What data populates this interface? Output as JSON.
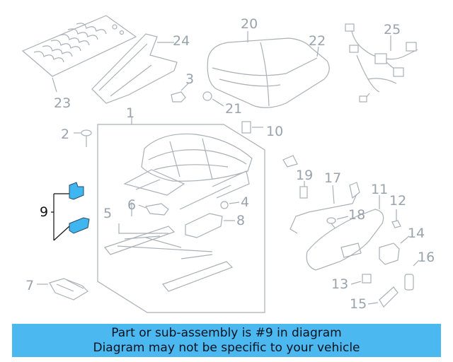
{
  "callouts": {
    "n1": "1",
    "n2": "2",
    "n3": "3",
    "n4": "4",
    "n5": "5",
    "n6": "6",
    "n7": "7",
    "n8": "8",
    "n9": "9",
    "n10": "10",
    "n11": "11",
    "n12": "12",
    "n13": "13",
    "n14": "14",
    "n15": "15",
    "n16": "16",
    "n17": "17",
    "n18": "18",
    "n19": "19",
    "n20": "20",
    "n21": "21",
    "n22": "22",
    "n23": "23",
    "n24": "24",
    "n25": "25"
  },
  "banner": {
    "line1": "Part or sub-assembly is #9 in diagram",
    "line2": "Diagram may not be specific to your vehicle"
  },
  "colors": {
    "highlight": "#3fb6f0",
    "banner_bg": "#4bb8f0",
    "callout_text": "#9aa3ac",
    "line_art": "#a9b0b7"
  }
}
